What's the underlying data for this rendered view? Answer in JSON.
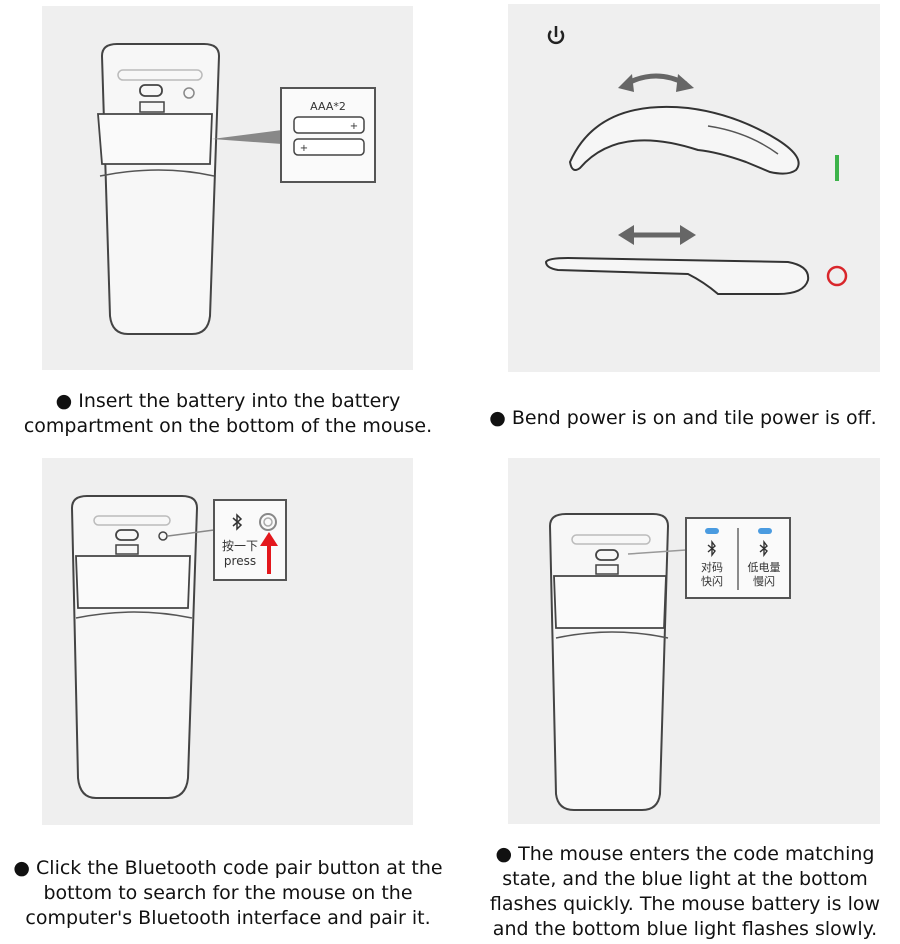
{
  "panels": {
    "battery": {
      "battery_label": "AAA*2",
      "caption": "● Insert the battery into the battery compartment on the bottom of the mouse."
    },
    "power": {
      "on_indicator_color": "#3db34a",
      "off_indicator_color": "#d9262b",
      "caption": "● Bend power is on and tile power is off."
    },
    "pairing": {
      "press_cn": "按一下",
      "press_en": "press",
      "arrow_color": "#e3171c",
      "caption": "● Click the Bluetooth code pair button at the bottom to search for the mouse on the computer's Bluetooth interface and pair it."
    },
    "lights": {
      "fast_line1": "对码",
      "fast_line2": "快闪",
      "slow_line1": "低电量",
      "slow_line2": "慢闪",
      "led_color": "#4a9be0",
      "caption": "● The mouse enters the code matching state, and the blue light at the bottom flashes quickly. The mouse battery is low and the bottom blue light flashes slowly."
    }
  }
}
